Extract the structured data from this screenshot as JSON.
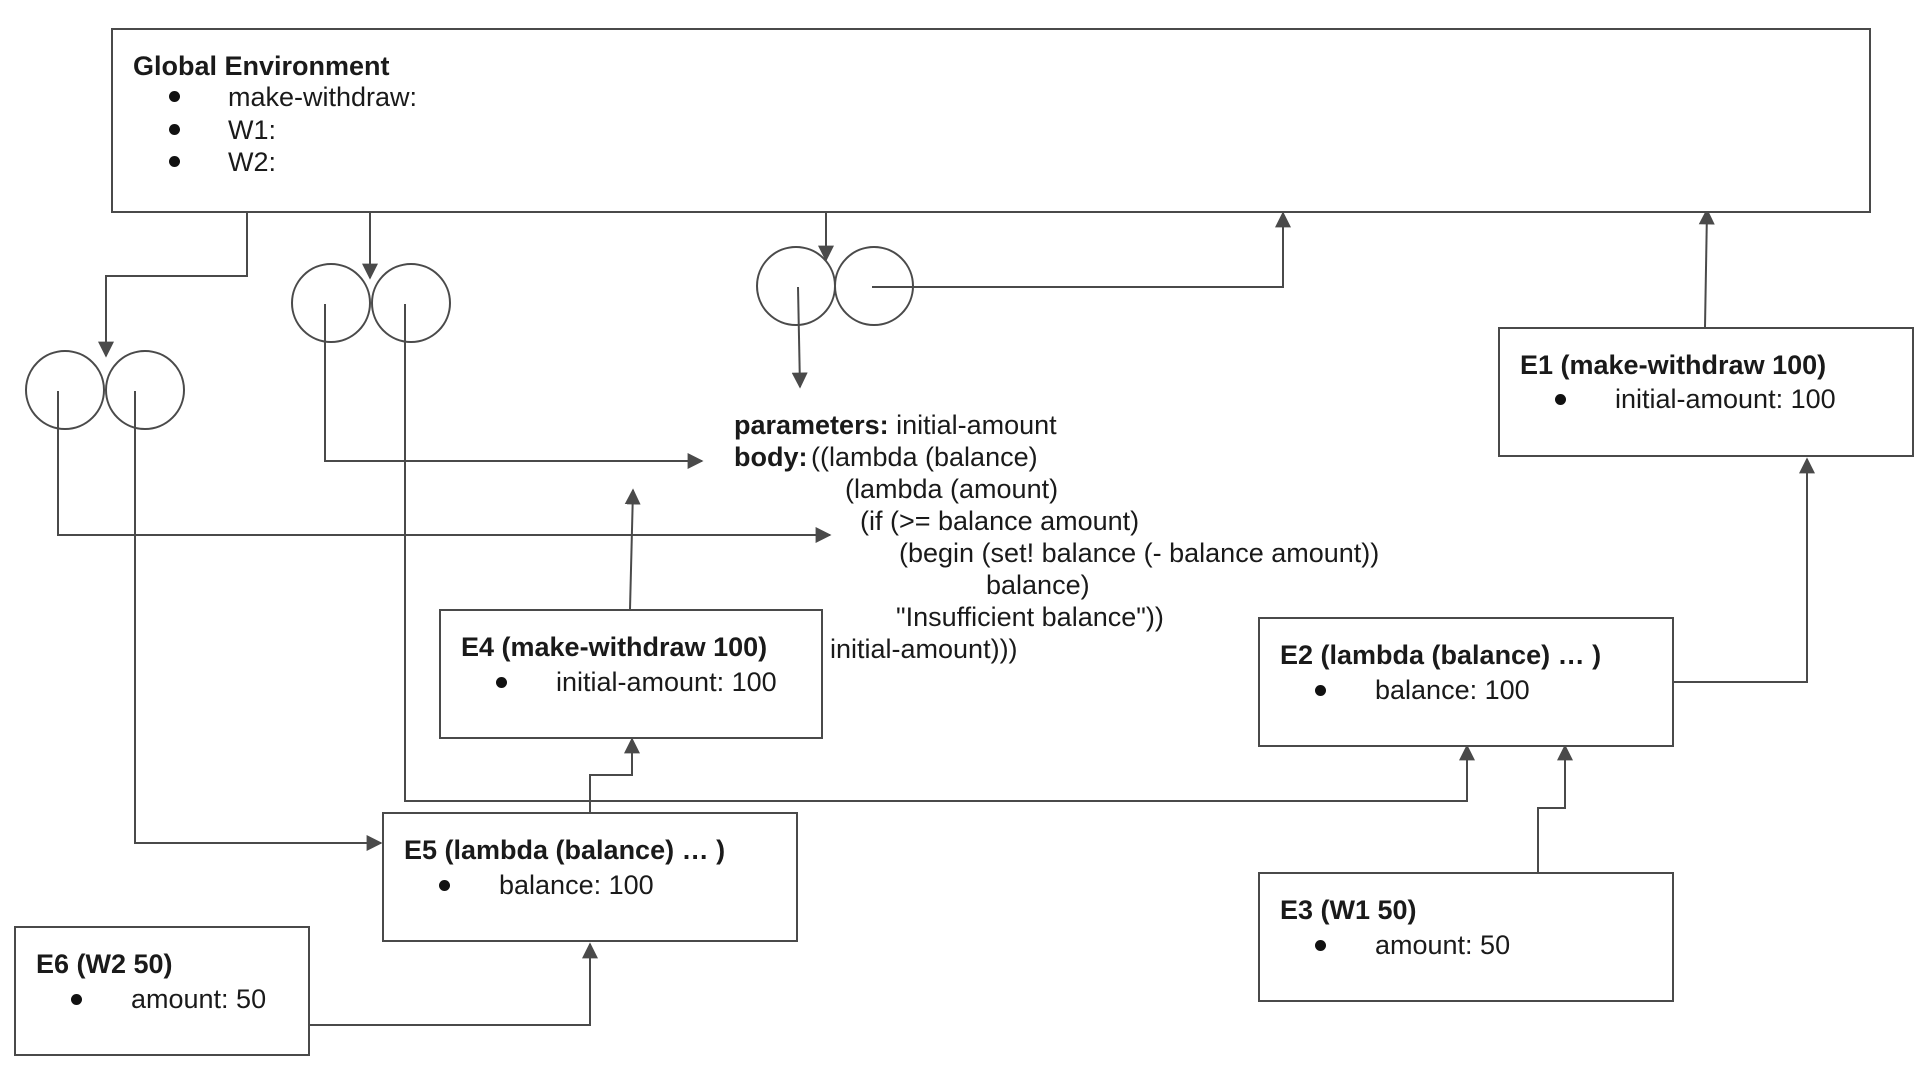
{
  "global_env": {
    "title": "Global Environment",
    "bindings": [
      "make-withdraw:",
      "W1:",
      "W2:"
    ]
  },
  "frames": {
    "e1": {
      "title": "E1 (make-withdraw 100)",
      "bindings": [
        "initial-amount: 100"
      ]
    },
    "e2": {
      "title": "E2 (lambda (balance) … )",
      "bindings": [
        "balance: 100"
      ]
    },
    "e3": {
      "title": "E3 (W1 50)",
      "bindings": [
        "amount: 50"
      ]
    },
    "e4": {
      "title": "E4 (make-withdraw 100)",
      "bindings": [
        "initial-amount: 100"
      ]
    },
    "e5": {
      "title": "E5 (lambda (balance) … )",
      "bindings": [
        "balance: 100"
      ]
    },
    "e6": {
      "title": "E6 (W2 50)",
      "bindings": [
        "amount: 50"
      ]
    }
  },
  "procedure": {
    "params_label": "parameters:",
    "params_value": "initial-amount",
    "body_label": "body:",
    "body_lines": [
      "((lambda (balance)",
      "(lambda (amount)",
      "(if (>= balance amount)",
      "(begin (set! balance (- balance amount))",
      "balance)",
      "\"Insufficient balance\"))",
      "initial-amount)))"
    ]
  },
  "colors": {
    "stroke": "#4a4a4a",
    "text": "#1a1a1a"
  }
}
